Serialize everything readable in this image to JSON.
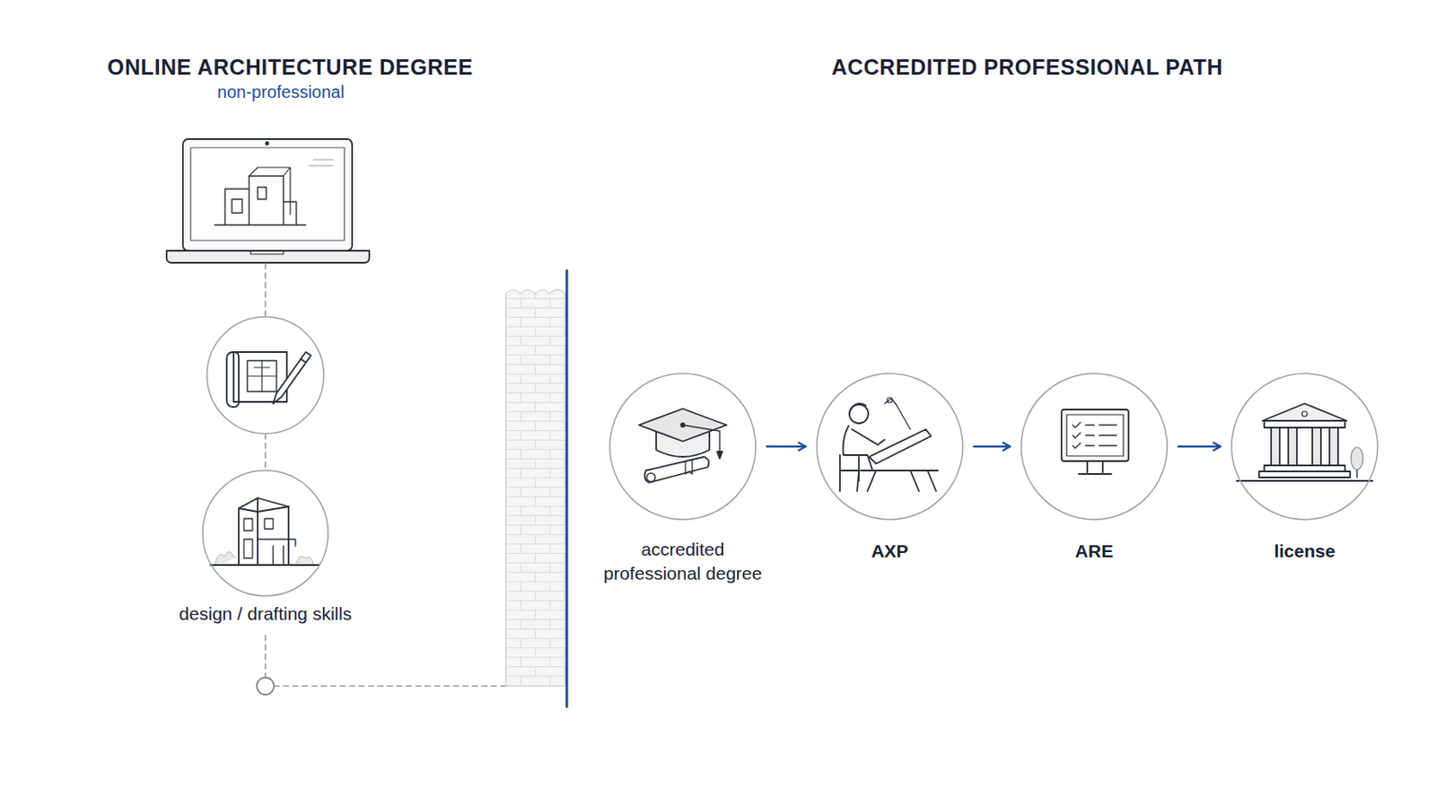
{
  "diagram": {
    "title": "ONLINE ARCHITECTURE DEGREE",
    "nodes": [
      {
        "text": [
          "design / drafting skills"
        ]
      },
      {
        "text": [
          "accredited professional degree"
        ]
      },
      {
        "text": [
          "AXP"
        ]
      },
      {
        "text": [
          "ARE"
        ]
      },
      {
        "text": [
          "license"
        ]
      }
    ],
    "edges": [
      {
        "from": 1,
        "to": 2,
        "arrow": "to"
      },
      {
        "from": 2,
        "to": 3,
        "arrow": "to"
      },
      {
        "from": 3,
        "to": 4,
        "arrow": "to"
      }
    ],
    "labels": [
      "non-professional",
      "ACCREDITED PROFESSIONAL PATH"
    ]
  }
}
